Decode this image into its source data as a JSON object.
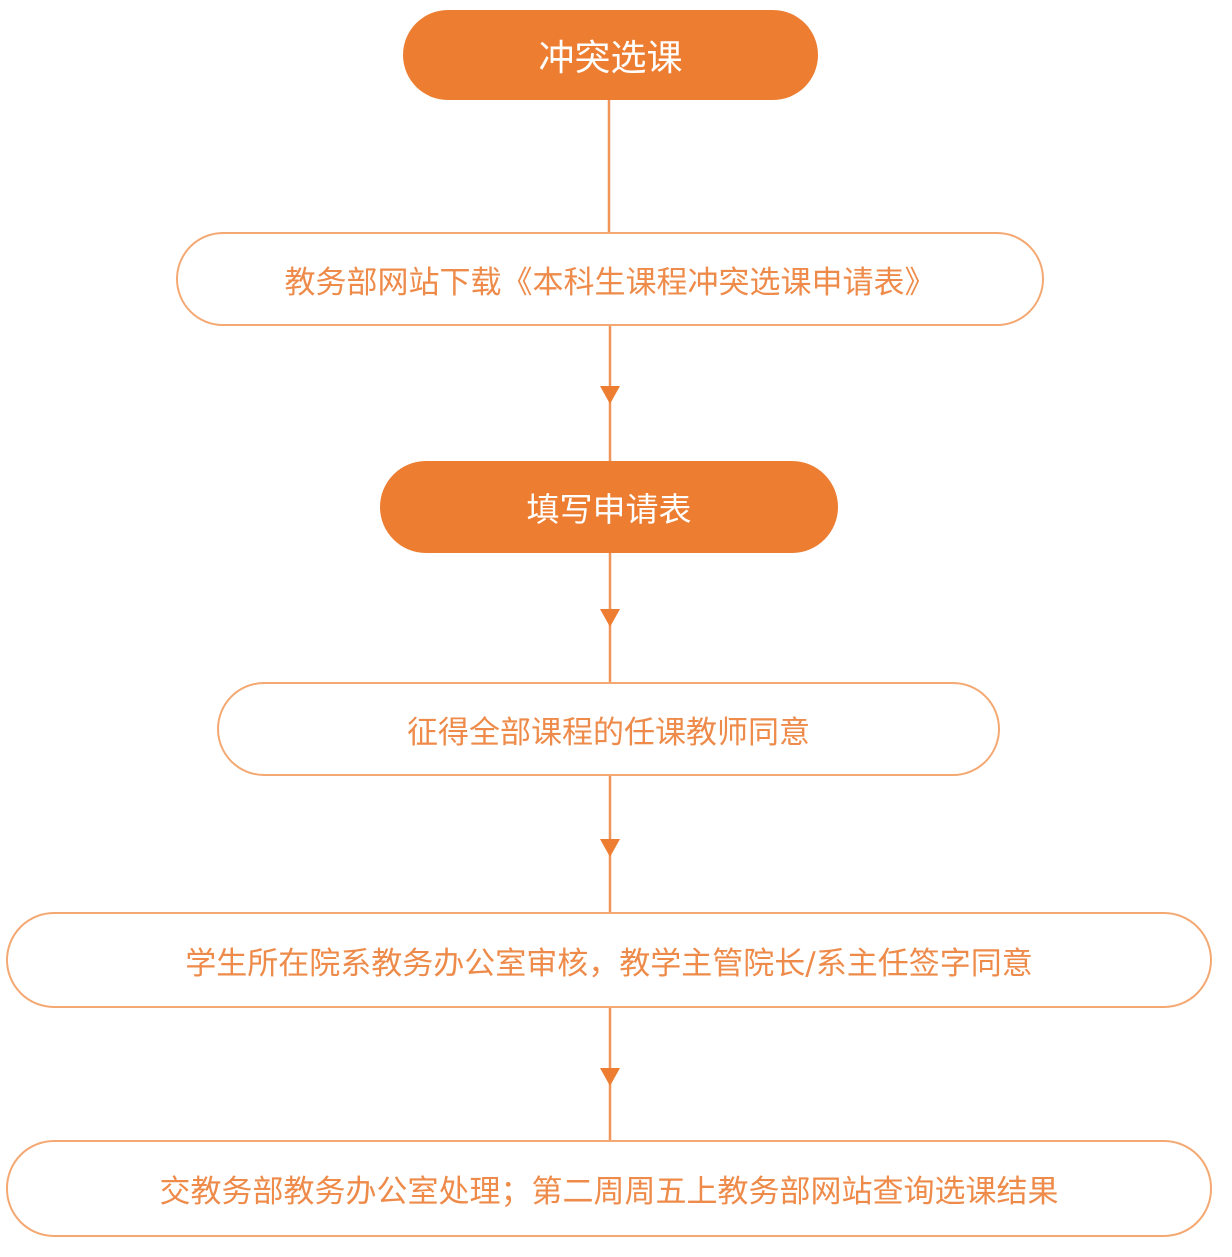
{
  "title": "冲突选课",
  "colors": {
    "accent": "#ED7D31",
    "outline": "#F4A872",
    "text": "#EE8B4A"
  },
  "steps": [
    {
      "label": "冲突选课",
      "style": "filled"
    },
    {
      "label": "教务部网站下载《本科生课程冲突选课申请表》",
      "style": "outline"
    },
    {
      "label": "填写申请表",
      "style": "filled"
    },
    {
      "label": "征得全部课程的任课教师同意",
      "style": "outline"
    },
    {
      "label": "学生所在院系教务办公室审核，教学主管院长/系主任签字同意",
      "style": "outline"
    },
    {
      "label": "交教务部教务办公室处理；第二周周五上教务部网站查询选课结果",
      "style": "outline"
    }
  ]
}
